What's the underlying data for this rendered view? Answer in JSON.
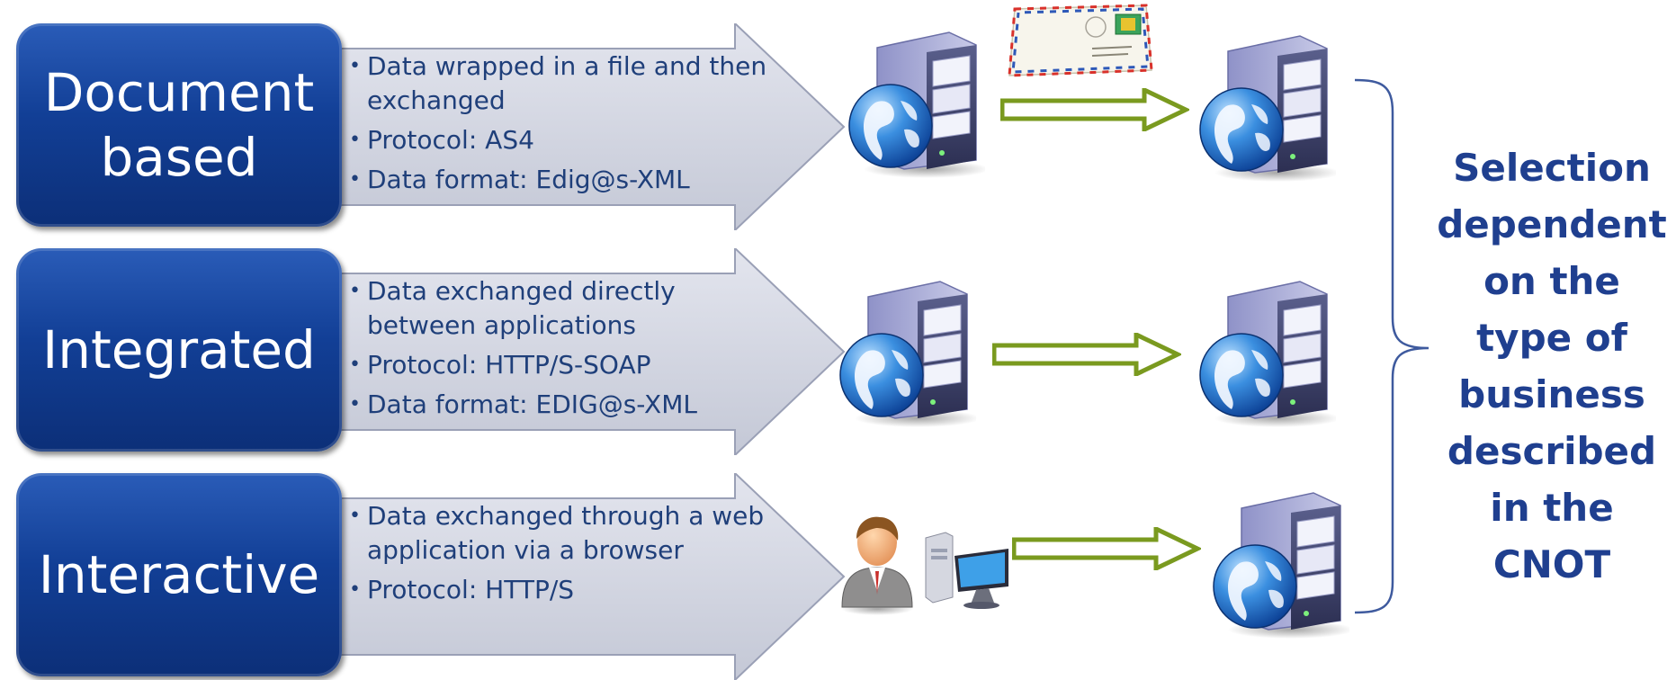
{
  "rows": [
    {
      "label": "Document based",
      "bullets": [
        "Data wrapped in a file and then exchanged",
        "Protocol: AS4",
        "Data format: Edig@s-XML"
      ]
    },
    {
      "label": "Integrated",
      "bullets": [
        "Data exchanged directly between applications",
        "Protocol: HTTP/S-SOAP",
        "Data format: EDIG@s-XML"
      ]
    },
    {
      "label": "Interactive",
      "bullets": [
        "Data exchanged through a web application via a browser",
        "Protocol: HTTP/S"
      ]
    }
  ],
  "conclusion": "Selection dependent on the type of business described in the CNOT",
  "colors": {
    "label_box": "#123f96",
    "arrow_fill": "#d3d6e1",
    "bullet_text": "#1f3f7a",
    "flow_arrow": "#7a9a1f",
    "brace": "#3e5a9e",
    "conclusion_text": "#1f3f8f"
  },
  "icons": [
    "server-globe-icon",
    "envelope-icon",
    "user-icon",
    "desktop-computer-icon",
    "flow-arrow-icon",
    "brace-icon"
  ]
}
